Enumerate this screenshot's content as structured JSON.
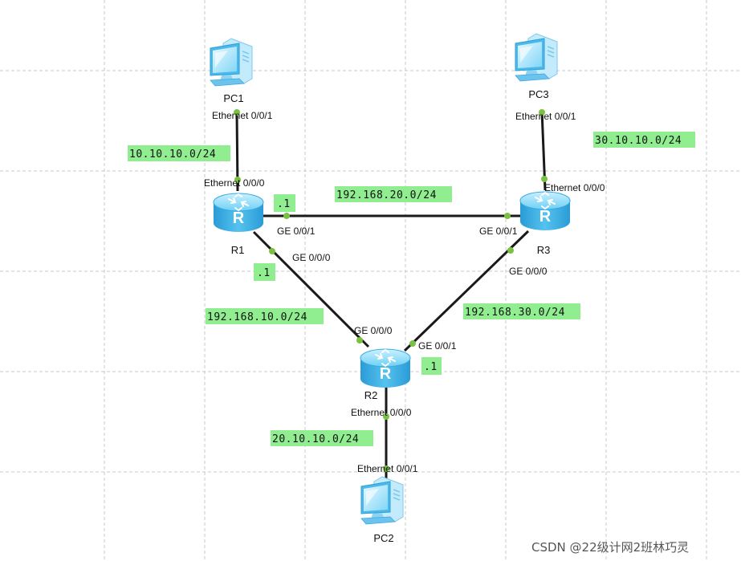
{
  "devices": {
    "pc1": {
      "name": "PC1",
      "type": "pc"
    },
    "pc2": {
      "name": "PC2",
      "type": "pc"
    },
    "pc3": {
      "name": "PC3",
      "type": "pc"
    },
    "r1": {
      "name": "R1",
      "type": "router"
    },
    "r2": {
      "name": "R2",
      "type": "router"
    },
    "r3": {
      "name": "R3",
      "type": "router"
    }
  },
  "interfaces": {
    "pc1_eth": "Ethernet 0/0/1",
    "r1_eth": "Ethernet 0/0/0",
    "r1_ge01": "GE 0/0/1",
    "r1_ge00": "GE 0/0/0",
    "pc3_eth": "Ethernet 0/0/1",
    "r3_eth": "Ethernet 0/0/0",
    "r3_ge01": "GE 0/0/1",
    "r3_ge00": "GE 0/0/0",
    "r2_ge00": "GE 0/0/0",
    "r2_ge01": "GE 0/0/1",
    "r2_eth": "Ethernet 0/0/0",
    "pc2_eth": "Ethernet 0/0/1"
  },
  "networks": {
    "net_pc1": "10.10.10.0/24",
    "net_pc3": "30.10.10.0/24",
    "net_pc2": "20.10.10.0/24",
    "net_r1_r3": "192.168.20.0/24",
    "net_r1_r2": "192.168.10.0/24",
    "net_r2_r3": "192.168.30.0/24"
  },
  "host_addresses": {
    "r1_r3": ".1",
    "r1_r2": ".1",
    "r2_r3": ".1"
  },
  "watermark": "CSDN @22级计网2班林巧灵",
  "colors": {
    "highlight": "#90ee90",
    "port_dot": "#7ac142",
    "link": "#1a1a1a",
    "device": "#5bc8f0",
    "grid": "#c8c8c8"
  },
  "icons": {
    "pc": "desktop-computer-icon",
    "router": "router-icon"
  }
}
